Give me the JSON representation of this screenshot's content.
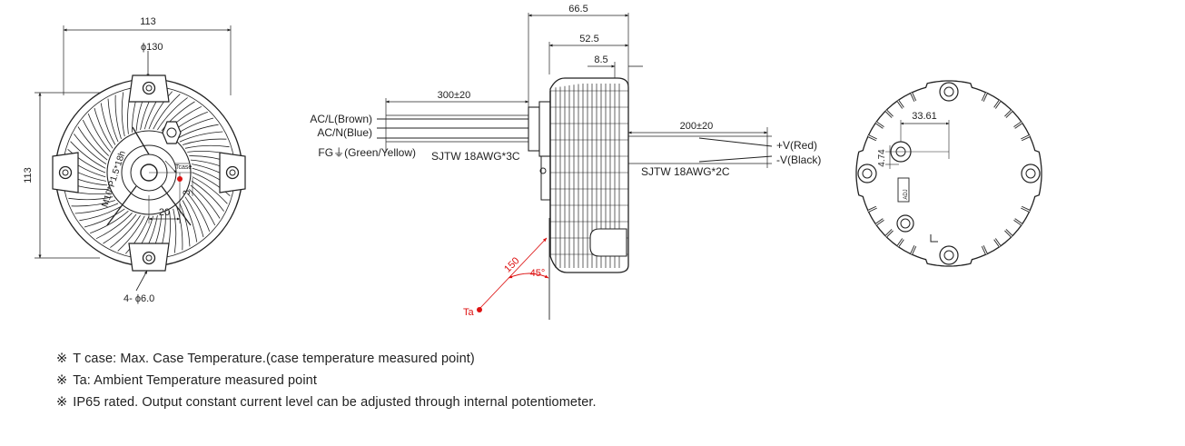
{
  "front_view": {
    "width_dim": "113",
    "height_dim": "113",
    "diameter_dim": "ϕ130",
    "thread_label": "M10*P1.5*18h",
    "tcase_label": "Tcase",
    "offset_x_dim": "20",
    "offset_y_dim": "3",
    "holes_label": "4- ϕ6.0"
  },
  "side_view": {
    "total_width_dim": "66.5",
    "body_width_dim": "52.5",
    "lip_dim": "8.5",
    "input_cable_length": "300±20",
    "output_cable_length": "200±20",
    "input_wires": [
      "AC/L(Brown)",
      "AC/N(Blue)",
      "FG⏚(Green/Yellow)"
    ],
    "input_cable_spec": "SJTW 18AWG*3C",
    "output_wires": [
      "+V(Red)",
      "-V(Black)"
    ],
    "output_cable_spec": "SJTW 18AWG*2C",
    "ta_distance": "150",
    "ta_angle": "45°",
    "ta_label": "Ta"
  },
  "back_view": {
    "offset_x_dim": "33.61",
    "offset_y_dim": "4.74",
    "adj_label": "ADJ",
    "l_label": "L"
  },
  "notes": {
    "mark": "※",
    "lines": [
      "T case: Max. Case Temperature.(case temperature measured point)",
      "Ta: Ambient Temperature measured point",
      "IP65 rated. Output constant current level can be adjusted through internal potentiometer."
    ]
  },
  "colors": {
    "line": "#222222",
    "marker": "#dd1111"
  }
}
